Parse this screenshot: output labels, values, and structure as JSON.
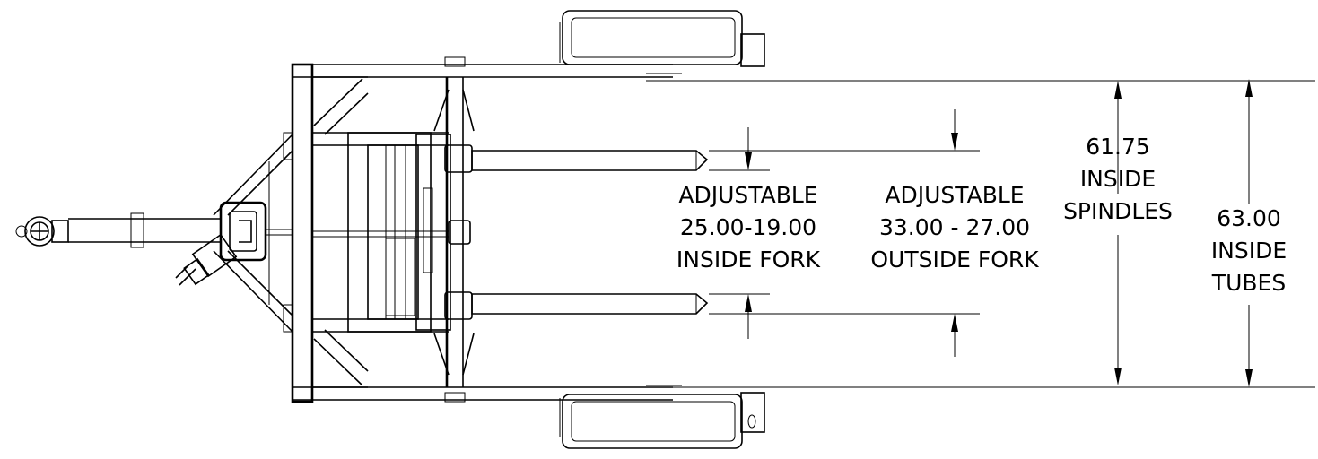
{
  "dimensions": {
    "inside_fork": {
      "line1": "ADJUSTABLE",
      "line2": "25.00-19.00",
      "line3": "INSIDE FORK"
    },
    "outside_fork": {
      "line1": "ADJUSTABLE",
      "line2": "33.00 - 27.00",
      "line3": "OUTSIDE FORK"
    },
    "inside_spindles": {
      "line1": "61.75",
      "line2": "INSIDE",
      "line3": "SPINDLES"
    },
    "inside_tubes": {
      "line1": "63.00",
      "line2": "INSIDE",
      "line3": "TUBES"
    }
  },
  "colors": {
    "line": "#000000",
    "background": "#ffffff"
  }
}
